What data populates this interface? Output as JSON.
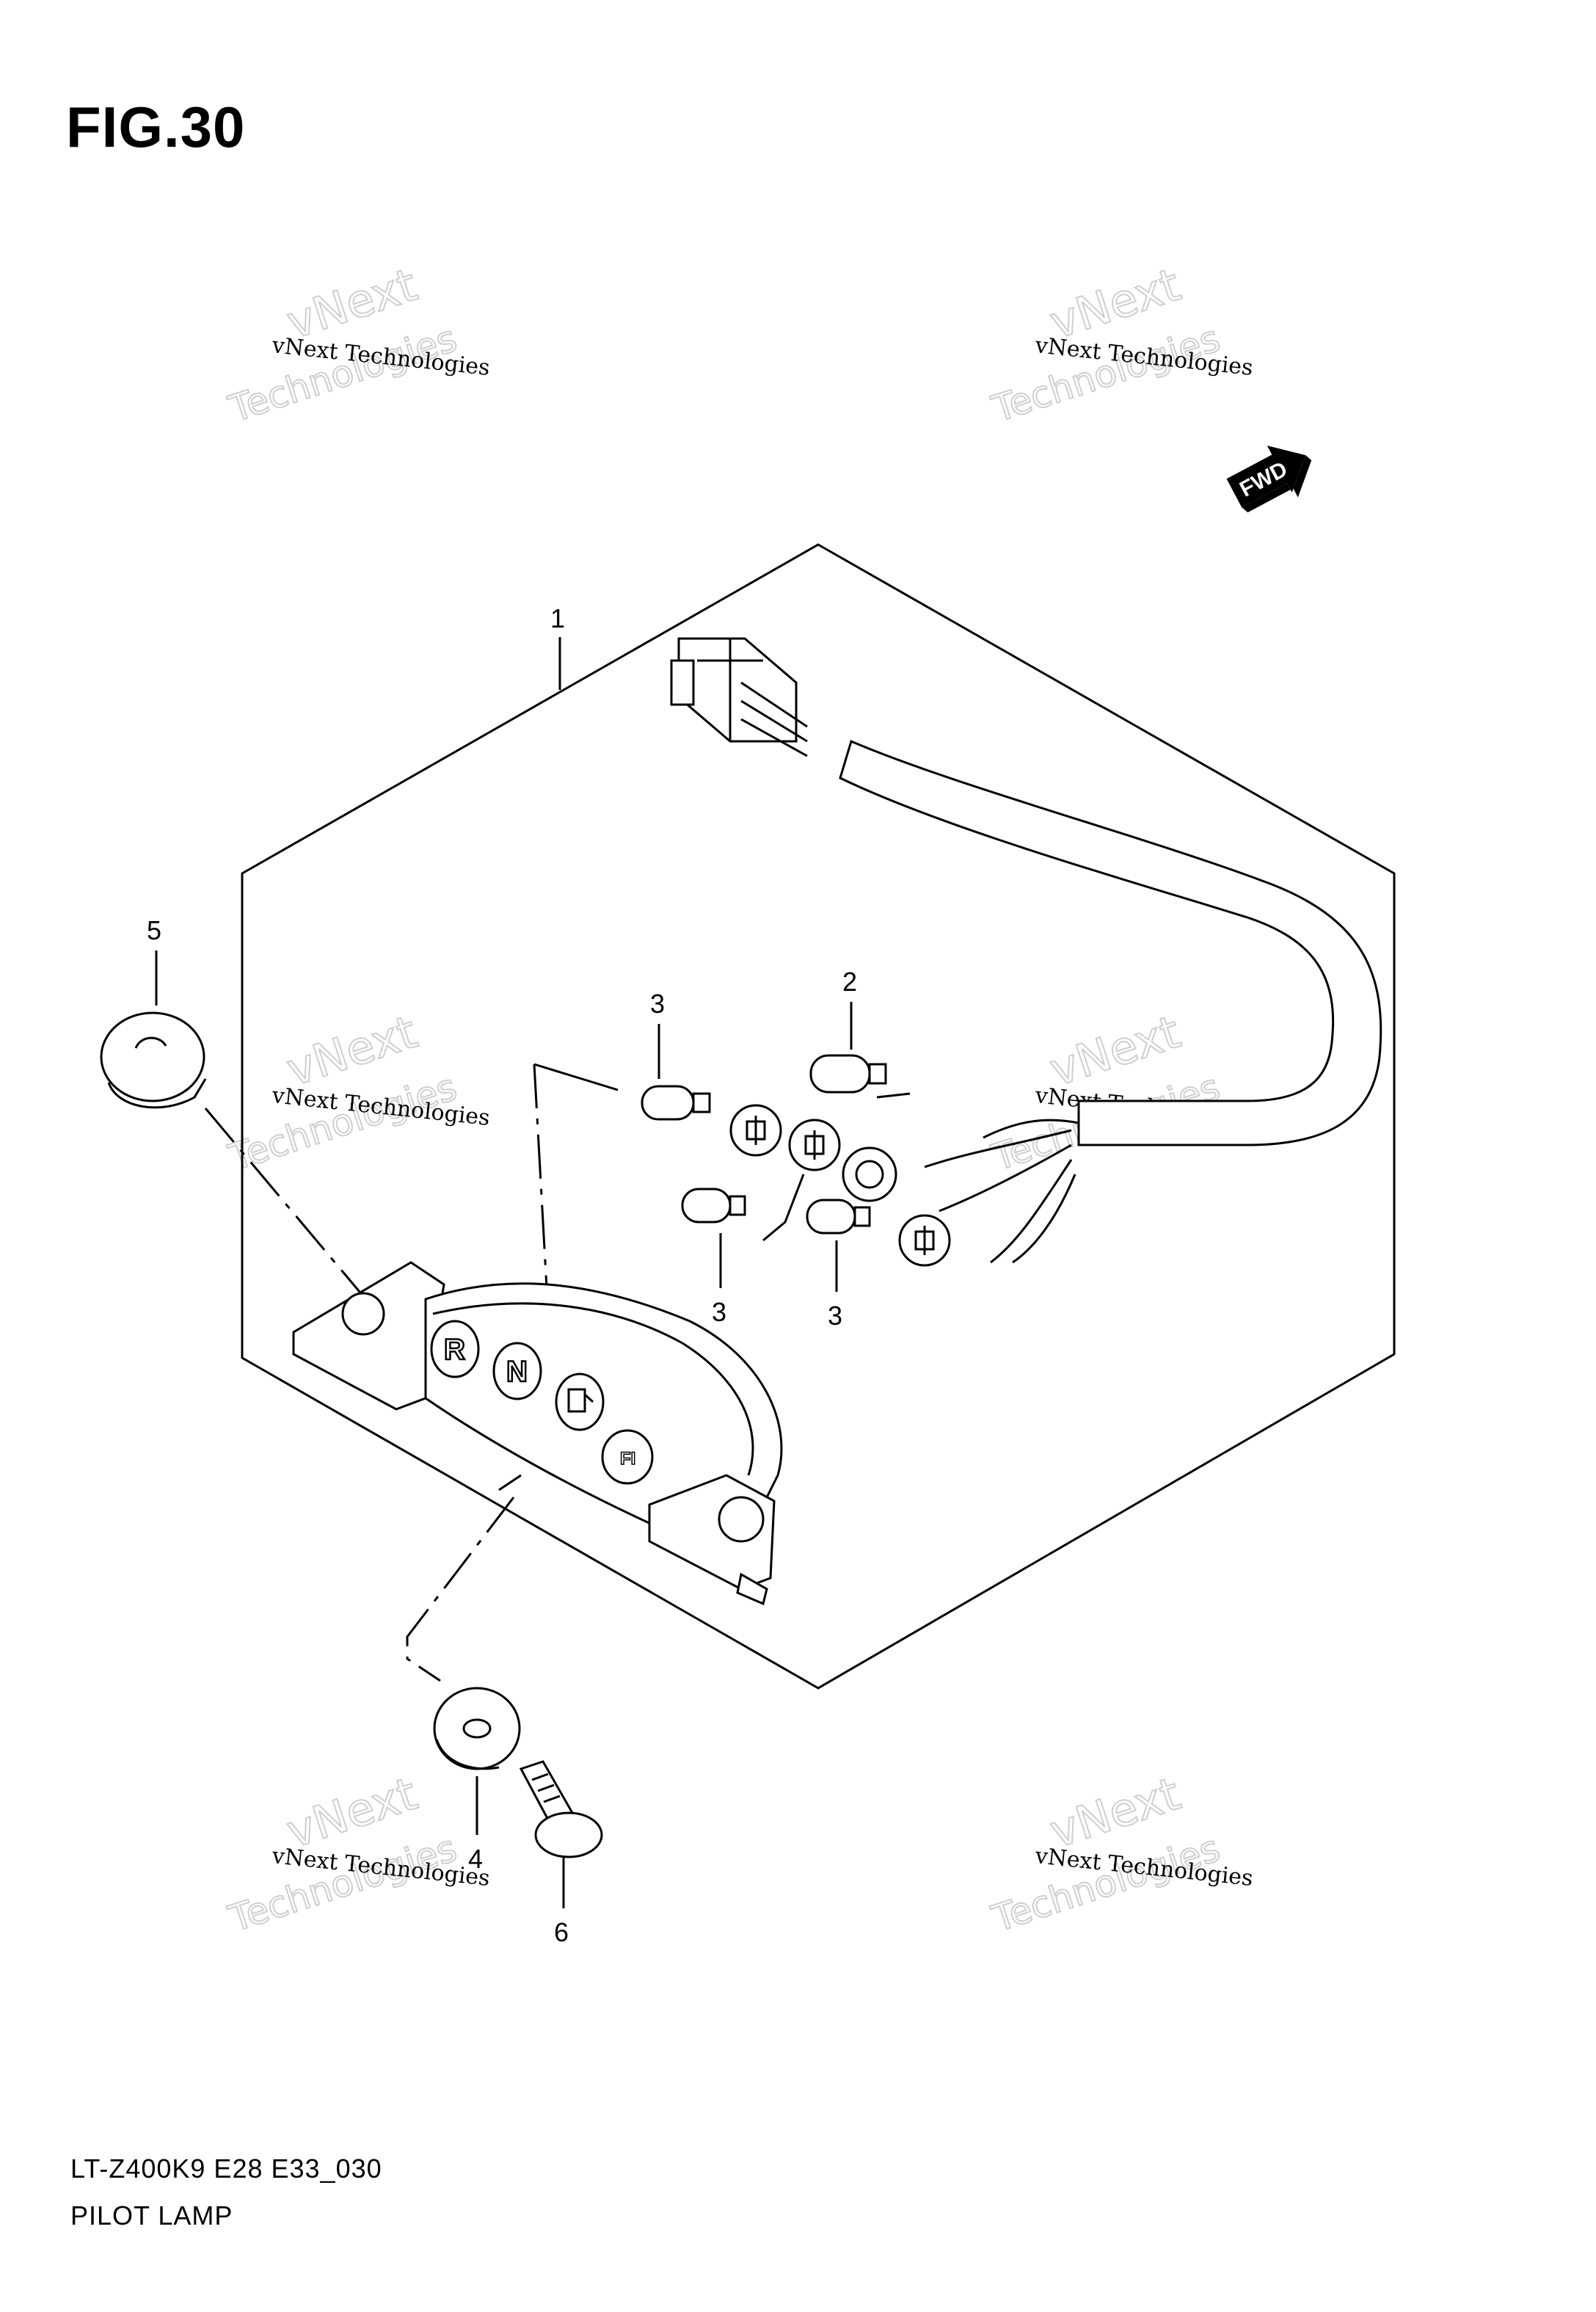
{
  "figure": {
    "title": "FIG.30",
    "model_code": "LT-Z400K9 E28 E33_030",
    "name": "PILOT LAMP"
  },
  "callouts": [
    "1",
    "2",
    "3",
    "3",
    "3",
    "4",
    "5",
    "6"
  ],
  "indicator_symbols": [
    "R",
    "N",
    "FI"
  ],
  "fwd_arrow": "FWD",
  "watermark": {
    "line1": "vNext Technologies",
    "line2": "vNext",
    "line3": "Technologies"
  }
}
